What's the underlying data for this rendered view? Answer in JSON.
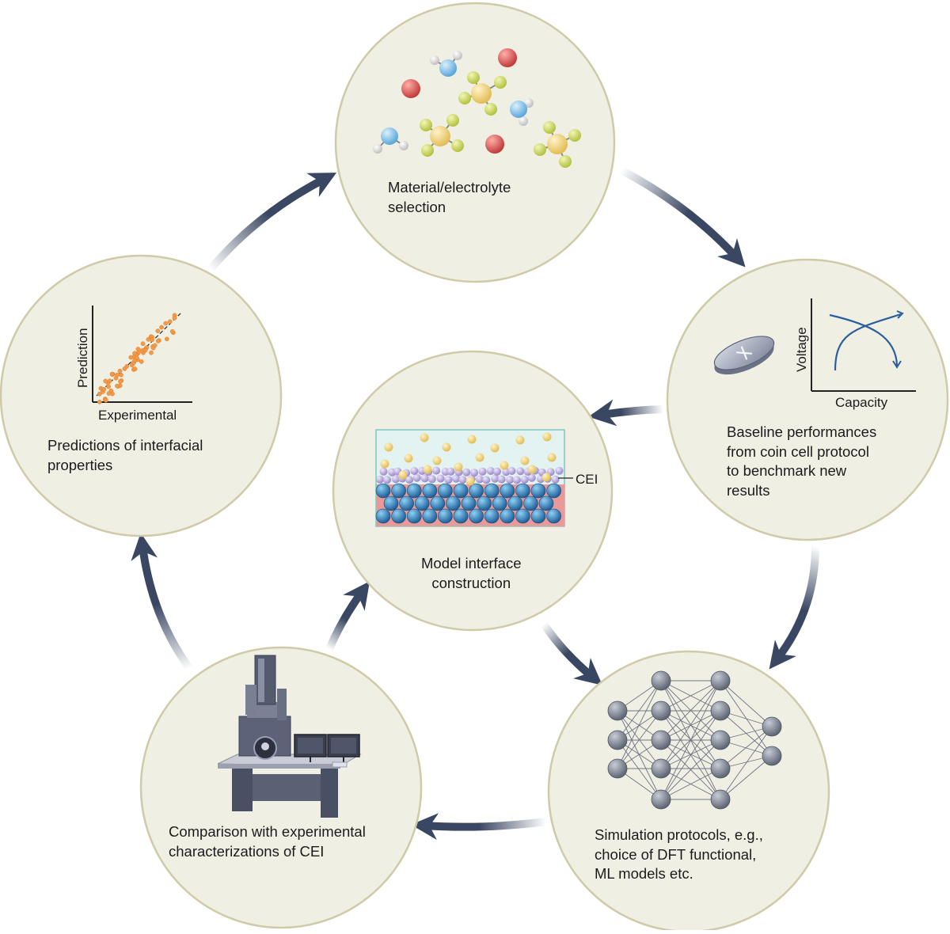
{
  "colors": {
    "circle_fill": "#f0efe4",
    "circle_stroke": "#cfcaa8",
    "arrow": "#3a4762",
    "water_blue": "#7fbfe6",
    "oxygen_red": "#cf4a4a",
    "hydrogen_white": "#eaeaea",
    "center_yellow": "#f1d37c",
    "ligand_green": "#c9d45c",
    "scatter_orange": "#f19a4a",
    "curve_blue": "#2a5e9c",
    "lattice_blue": "#2d7fbf",
    "substrate_pink": "#e89a9a",
    "cei_purple": "#b7a8d6",
    "electrolyte_teal": "#e3f3f1",
    "nn_node": "#7a7f8a"
  },
  "nodes": {
    "material": {
      "label": "Material/electrolyte\nselection"
    },
    "baseline": {
      "label": "Baseline performances\nfrom coin cell protocol\nto benchmark new\nresults",
      "ylabel": "Voltage",
      "xlabel": "Capacity"
    },
    "simulation": {
      "label": "Simulation protocols, e.g.,\nchoice of DFT functional,\nML models etc."
    },
    "comparison": {
      "label": "Comparison with experimental\ncharacterizations of CEI"
    },
    "predictions": {
      "label": "Predictions of interfacial\nproperties",
      "ylabel": "Prediction",
      "xlabel": "Experimental"
    },
    "model": {
      "label": "Model interface\nconstruction",
      "cei_label": "CEI"
    }
  },
  "icons": {
    "molecules": "molecules-icon",
    "coin_cell": "coin-cell-icon",
    "neural_network": "neural-network-icon",
    "microscope": "electron-microscope-icon",
    "interface": "interface-lattice-icon"
  }
}
